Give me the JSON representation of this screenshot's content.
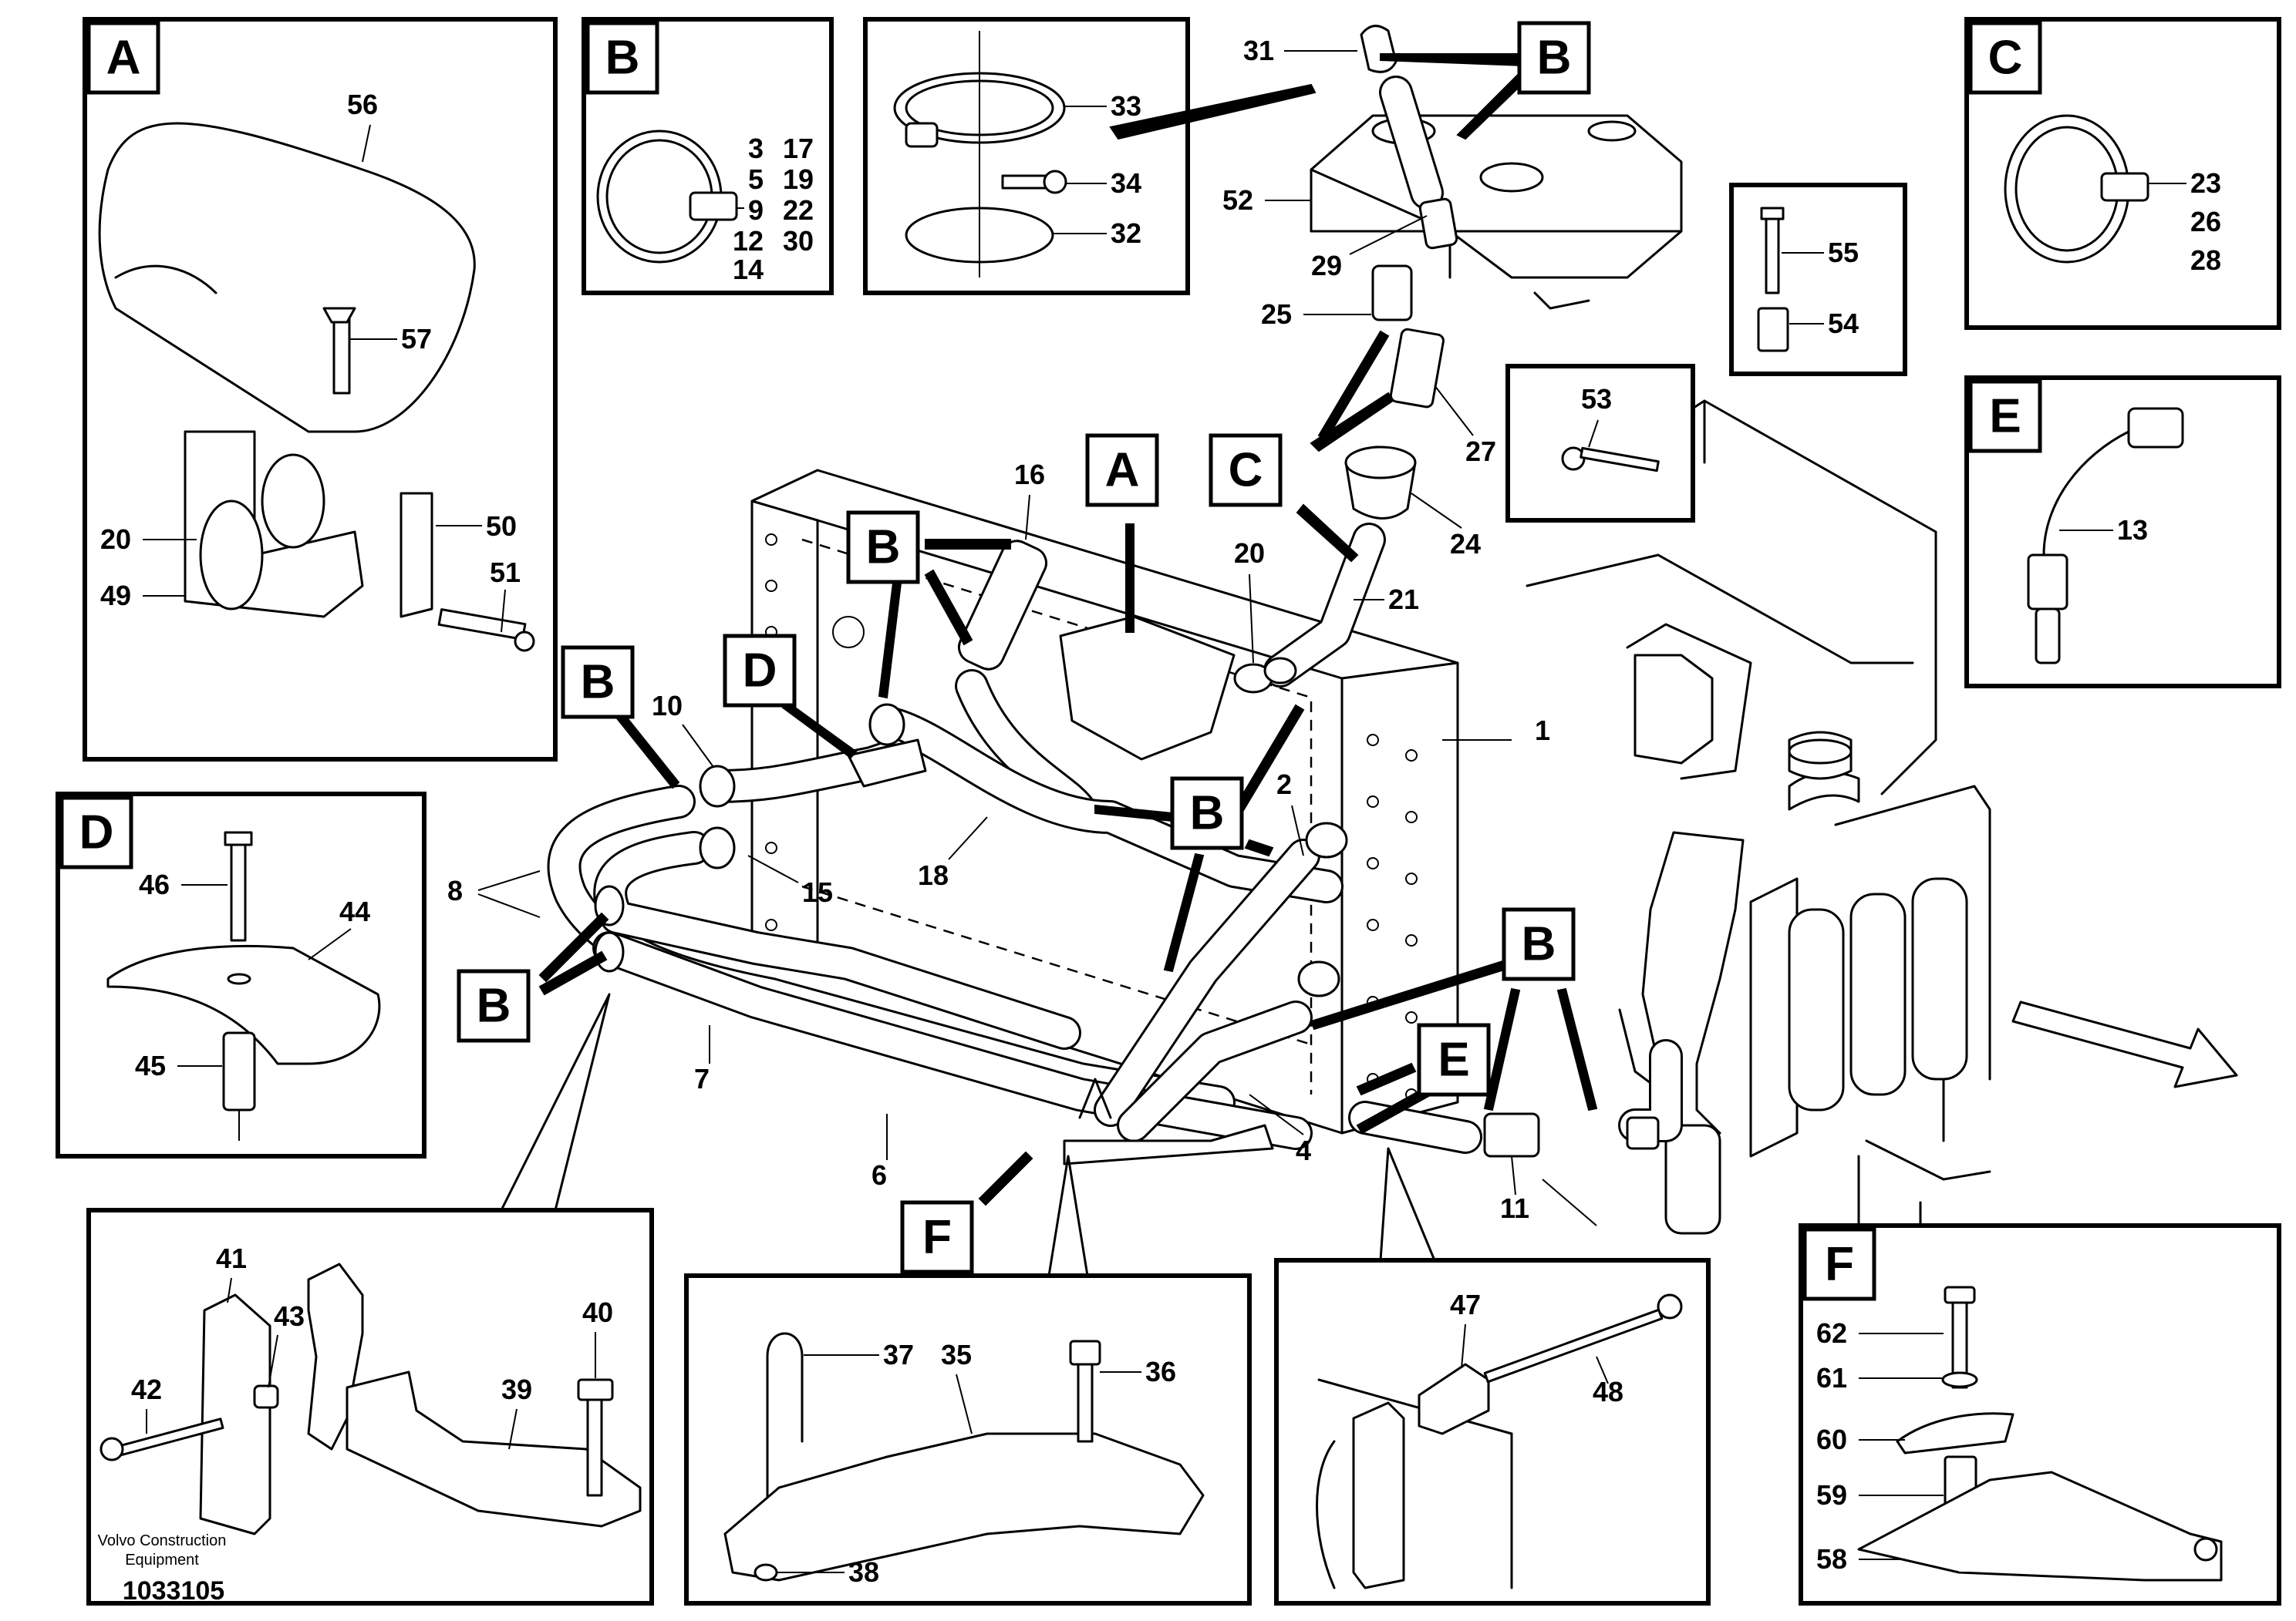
{
  "detail_boxes": {
    "A": {
      "letter": "A",
      "parts": [
        "56",
        "57",
        "20",
        "50",
        "49",
        "51"
      ]
    },
    "B_clamp": {
      "letter": "B",
      "parts": [
        "3",
        "17",
        "5",
        "19",
        "9",
        "22",
        "12",
        "30",
        "14"
      ]
    },
    "B_ring": {
      "parts": [
        "33",
        "34",
        "32"
      ]
    },
    "C": {
      "letter": "C",
      "parts": [
        "23",
        "26",
        "28"
      ]
    },
    "E": {
      "letter": "E",
      "parts": [
        "13"
      ]
    },
    "D": {
      "letter": "D",
      "parts": [
        "46",
        "44",
        "45"
      ]
    },
    "F_right": {
      "letter": "F",
      "parts": [
        "62",
        "61",
        "60",
        "59",
        "58"
      ]
    },
    "bracket_left": {
      "parts": [
        "41",
        "43",
        "40",
        "42",
        "39"
      ]
    },
    "bracket_f": {
      "parts": [
        "37",
        "35",
        "36",
        "38"
      ]
    },
    "bracket_e": {
      "parts": [
        "47",
        "48"
      ]
    },
    "small_55": {
      "parts": [
        "55",
        "54"
      ]
    },
    "small_53": {
      "parts": [
        "53"
      ]
    }
  },
  "main_view": {
    "letters": [
      "B",
      "C",
      "A",
      "B",
      "D",
      "B",
      "B",
      "B",
      "B",
      "E",
      "F"
    ],
    "parts": [
      "31",
      "52",
      "29",
      "25",
      "27",
      "24",
      "16",
      "20",
      "21",
      "1",
      "10",
      "2",
      "8",
      "15",
      "18",
      "7",
      "6",
      "4",
      "11"
    ]
  },
  "footer": {
    "credit_line1": "Volvo Construction",
    "credit_line2": "Equipment",
    "drawing_number": "1033105"
  }
}
